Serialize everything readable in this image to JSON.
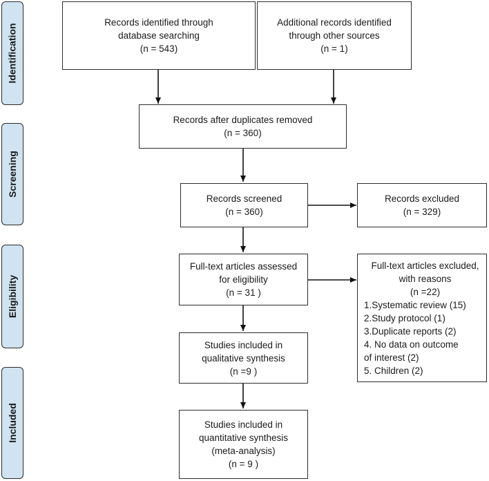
{
  "stages": {
    "identification": "Identification",
    "screening": "Screening",
    "eligibility": "Eligibility",
    "included": "Included"
  },
  "boxes": {
    "database_search": [
      "Records identified through",
      "database searching",
      "(n = 543)"
    ],
    "other_sources": [
      "Additional records identified",
      "through other sources",
      "(n = 1)"
    ],
    "duplicates_removed": [
      "Records after duplicates removed",
      "(n = 360)"
    ],
    "screened": [
      "Records screened",
      "(n =  360)"
    ],
    "excluded": [
      "Records excluded",
      "(n =  329)"
    ],
    "fulltext_assessed": [
      "Full-text articles assessed",
      "for eligibility",
      "(n = 31 )"
    ],
    "fulltext_excluded_header": [
      "Full-text articles excluded,",
      "with reasons",
      "(n =22)"
    ],
    "fulltext_excluded_reasons": [
      "1.Systematic review (15)",
      "2.Study protocol (1)",
      "3.Duplicate reports (2)",
      "4. No data on outcome",
      "of interest (2)",
      "5. Children (2)"
    ],
    "qualitative": [
      "Studies included in",
      "qualitative synthesis",
      "(n =9 )"
    ],
    "quantitative": [
      "Studies included in",
      "quantitative synthesis",
      "(meta-analysis)",
      "(n = 9 )"
    ]
  }
}
